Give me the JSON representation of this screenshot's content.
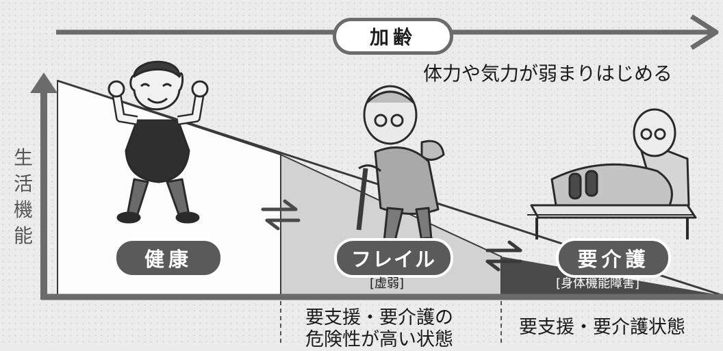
{
  "header": {
    "aging_label": "加齢",
    "decline_text": "体力や気力が弱まりはじめる"
  },
  "axis": {
    "y_label_chars": [
      "生",
      "活",
      "機",
      "能"
    ]
  },
  "stages": {
    "healthy": {
      "label": "健康"
    },
    "frailty": {
      "label": "フレイル",
      "sub": "[虚弱]"
    },
    "care": {
      "label": "要介護",
      "sub": "[身体機能障害]"
    }
  },
  "footer": {
    "frailty_note_line1": "要支援・要介護の",
    "frailty_note_line2": "危険性が高い状態",
    "care_note": "要支援・要介護状態"
  },
  "colors": {
    "healthy_fill": "#fdfdfd",
    "frailty_fill": "#d2d2d2",
    "care_fill": "#4a4a4a",
    "axis": "#6b6b6b",
    "pill": "#5a5a5a"
  },
  "icons": [
    "two-way-arrow-icon",
    "healthy-man-illustration",
    "elderly-cane-illustration",
    "bedridden-patient-illustration"
  ]
}
